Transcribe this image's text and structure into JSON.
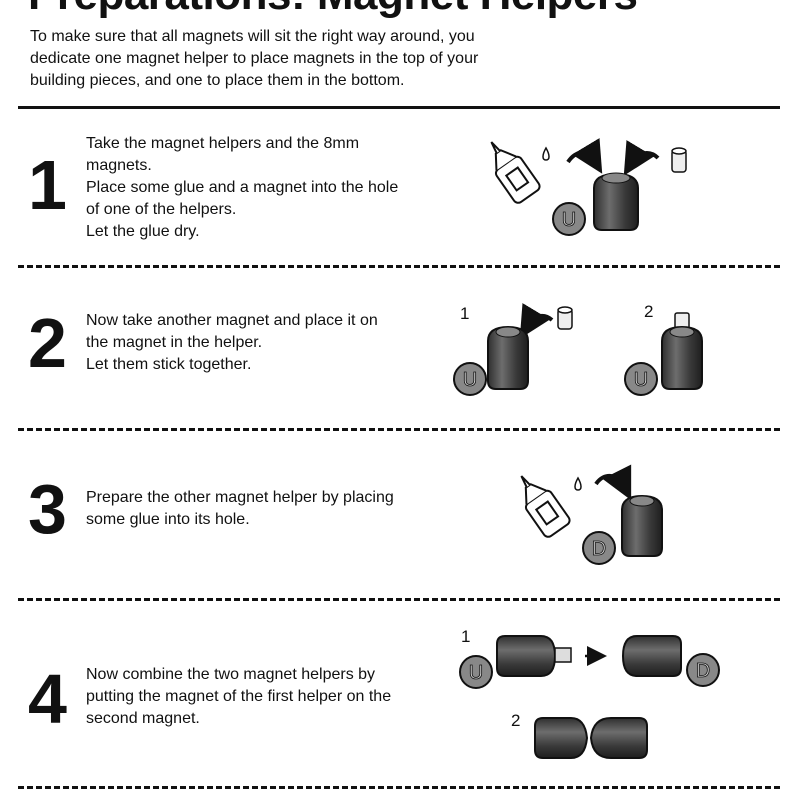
{
  "header": {
    "title": "Preparations: Magnet Helpers",
    "intro_lines": [
      "To make sure that all magnets will sit the right way around, you",
      "dedicate one magnet helper to place magnets in the top of your",
      "building pieces, and one to place them in the bottom."
    ]
  },
  "steps": [
    {
      "number": "1",
      "lines": [
        "Take the magnet helpers and the 8mm",
        "magnets.",
        "Place some glue and a magnet into the hole",
        "of one of the helpers.",
        "Let the glue dry."
      ],
      "coin_letter": "U"
    },
    {
      "number": "2",
      "lines": [
        "Now take another magnet and place it on",
        "the magnet in the helper.",
        "Let them stick together."
      ],
      "sub_labels": [
        "1",
        "2"
      ],
      "coin_letter": "U"
    },
    {
      "number": "3",
      "lines": [
        "Prepare the other magnet helper by placing",
        "some glue into its hole."
      ],
      "coin_letter": "D"
    },
    {
      "number": "4",
      "lines": [
        "Now combine the two magnet helpers by",
        "putting the magnet of the first helper on the",
        "second magnet."
      ],
      "sub_labels": [
        "1",
        "2"
      ],
      "coin_letters": [
        "U",
        "D"
      ]
    }
  ]
}
